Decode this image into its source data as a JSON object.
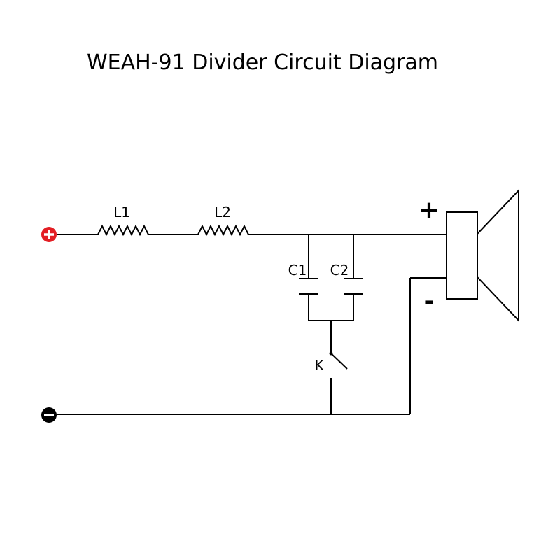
{
  "title": "WEAH-91 Divider Circuit Diagram",
  "components": {
    "inductor_1": "L1",
    "inductor_2": "L2",
    "capacitor_1": "C1",
    "capacitor_2": "C2",
    "switch": "K"
  },
  "speaker": {
    "plus_label": "+",
    "minus_label": "-"
  },
  "colors": {
    "positive_terminal": "#e31e24",
    "negative_terminal": "#000000",
    "wire": "#000000"
  }
}
